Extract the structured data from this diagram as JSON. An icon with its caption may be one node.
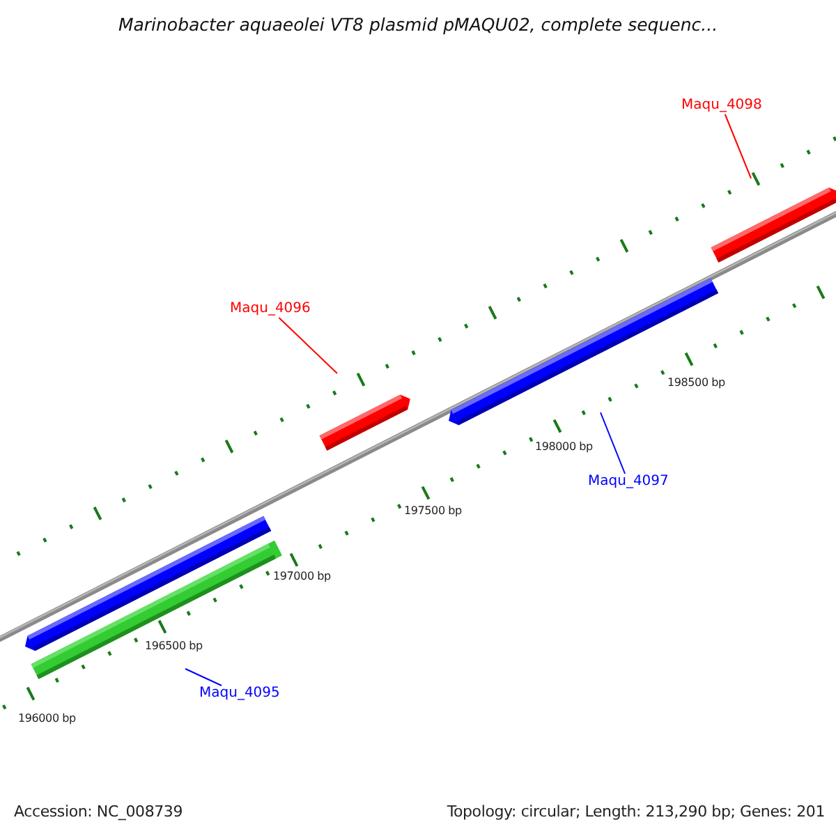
{
  "diagram": {
    "title": "Marinobacter aquaeolei VT8 plasmid pMAQU02, complete sequenc...",
    "nodes": [
      {
        "text": [
          "Maqu_4098"
        ]
      },
      {
        "text": [
          "Maqu_4096"
        ]
      },
      {
        "text": [
          "Maqu_4097"
        ]
      },
      {
        "text": [
          "Maqu_4095"
        ]
      }
    ],
    "edges": [
      {
        "from": 0,
        "to": null,
        "arrow": "none",
        "color": "#ff0000"
      },
      {
        "from": 1,
        "to": null,
        "arrow": "none",
        "color": "#ff0000"
      },
      {
        "from": 2,
        "to": null,
        "arrow": "none",
        "color": "#0000ff"
      },
      {
        "from": 3,
        "to": null,
        "arrow": "none",
        "color": "#0000ff"
      }
    ],
    "labels": [
      "198500 bp",
      "198000 bp",
      "197500 bp",
      "197000 bp",
      "196500 bp",
      "196000 bp",
      "Accession: NC_008739",
      "Topology: circular; Length: 213,290 bp; Genes: 201"
    ]
  }
}
